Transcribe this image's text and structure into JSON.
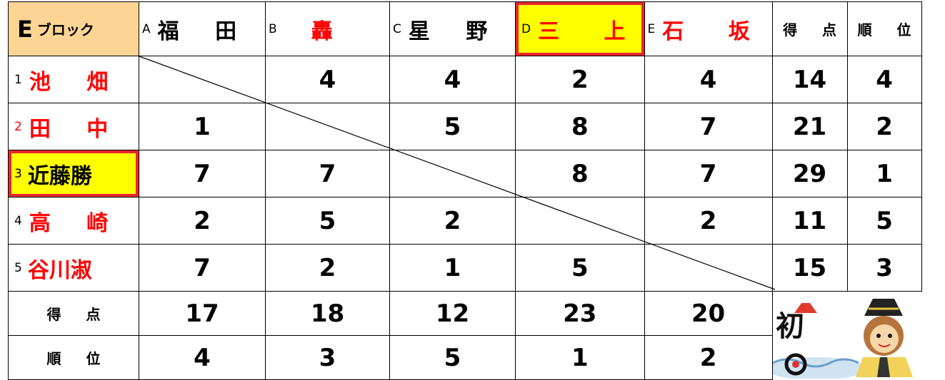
{
  "block_label": {
    "letter": "E",
    "text": "ブロック"
  },
  "columns": [
    {
      "letter": "A",
      "name": "福 田",
      "red": false,
      "highlight": false
    },
    {
      "letter": "B",
      "name": "轟",
      "red": true,
      "highlight": false
    },
    {
      "letter": "C",
      "name": "星 野",
      "red": false,
      "highlight": false
    },
    {
      "letter": "D",
      "name": "三 上",
      "red": true,
      "highlight": true
    },
    {
      "letter": "E",
      "name": "石 坂",
      "red": true,
      "highlight": false
    }
  ],
  "score_header": "得 点",
  "rank_header": "順 位",
  "rows": [
    {
      "num": "1",
      "name": "池 畑",
      "red": true,
      "highlight": false,
      "cells": [
        "",
        "4",
        "4",
        "2",
        "4"
      ],
      "total": "14",
      "rank": "4"
    },
    {
      "num": "2",
      "name": "田 中",
      "red": true,
      "highlight": false,
      "cells": [
        "1",
        "",
        "5",
        "8",
        "7"
      ],
      "total": "21",
      "rank": "2"
    },
    {
      "num": "3",
      "name": "近藤勝",
      "red": false,
      "highlight": true,
      "cells": [
        "7",
        "7",
        "",
        "8",
        "7"
      ],
      "total": "29",
      "rank": "1"
    },
    {
      "num": "4",
      "name": "高 崎",
      "red": true,
      "highlight": false,
      "cells": [
        "2",
        "5",
        "2",
        "",
        "2"
      ],
      "total": "11",
      "rank": "5"
    },
    {
      "num": "5",
      "name": "谷川淑",
      "red": true,
      "highlight": false,
      "cells": [
        "7",
        "2",
        "1",
        "5",
        ""
      ],
      "total": "15",
      "rank": "3"
    }
  ],
  "footer": {
    "score_label": "得 点",
    "rank_label": "順 位",
    "scores": [
      "17",
      "18",
      "12",
      "23",
      "20"
    ],
    "ranks": [
      "4",
      "3",
      "5",
      "1",
      "2"
    ]
  },
  "mascot": {
    "caption": "初",
    "description_icon": "monkey-mascot-icon"
  },
  "colors": {
    "red": "#ff0000",
    "yellow": "#ffff00",
    "corner": "#fcd595",
    "frame": "#e8262f"
  }
}
